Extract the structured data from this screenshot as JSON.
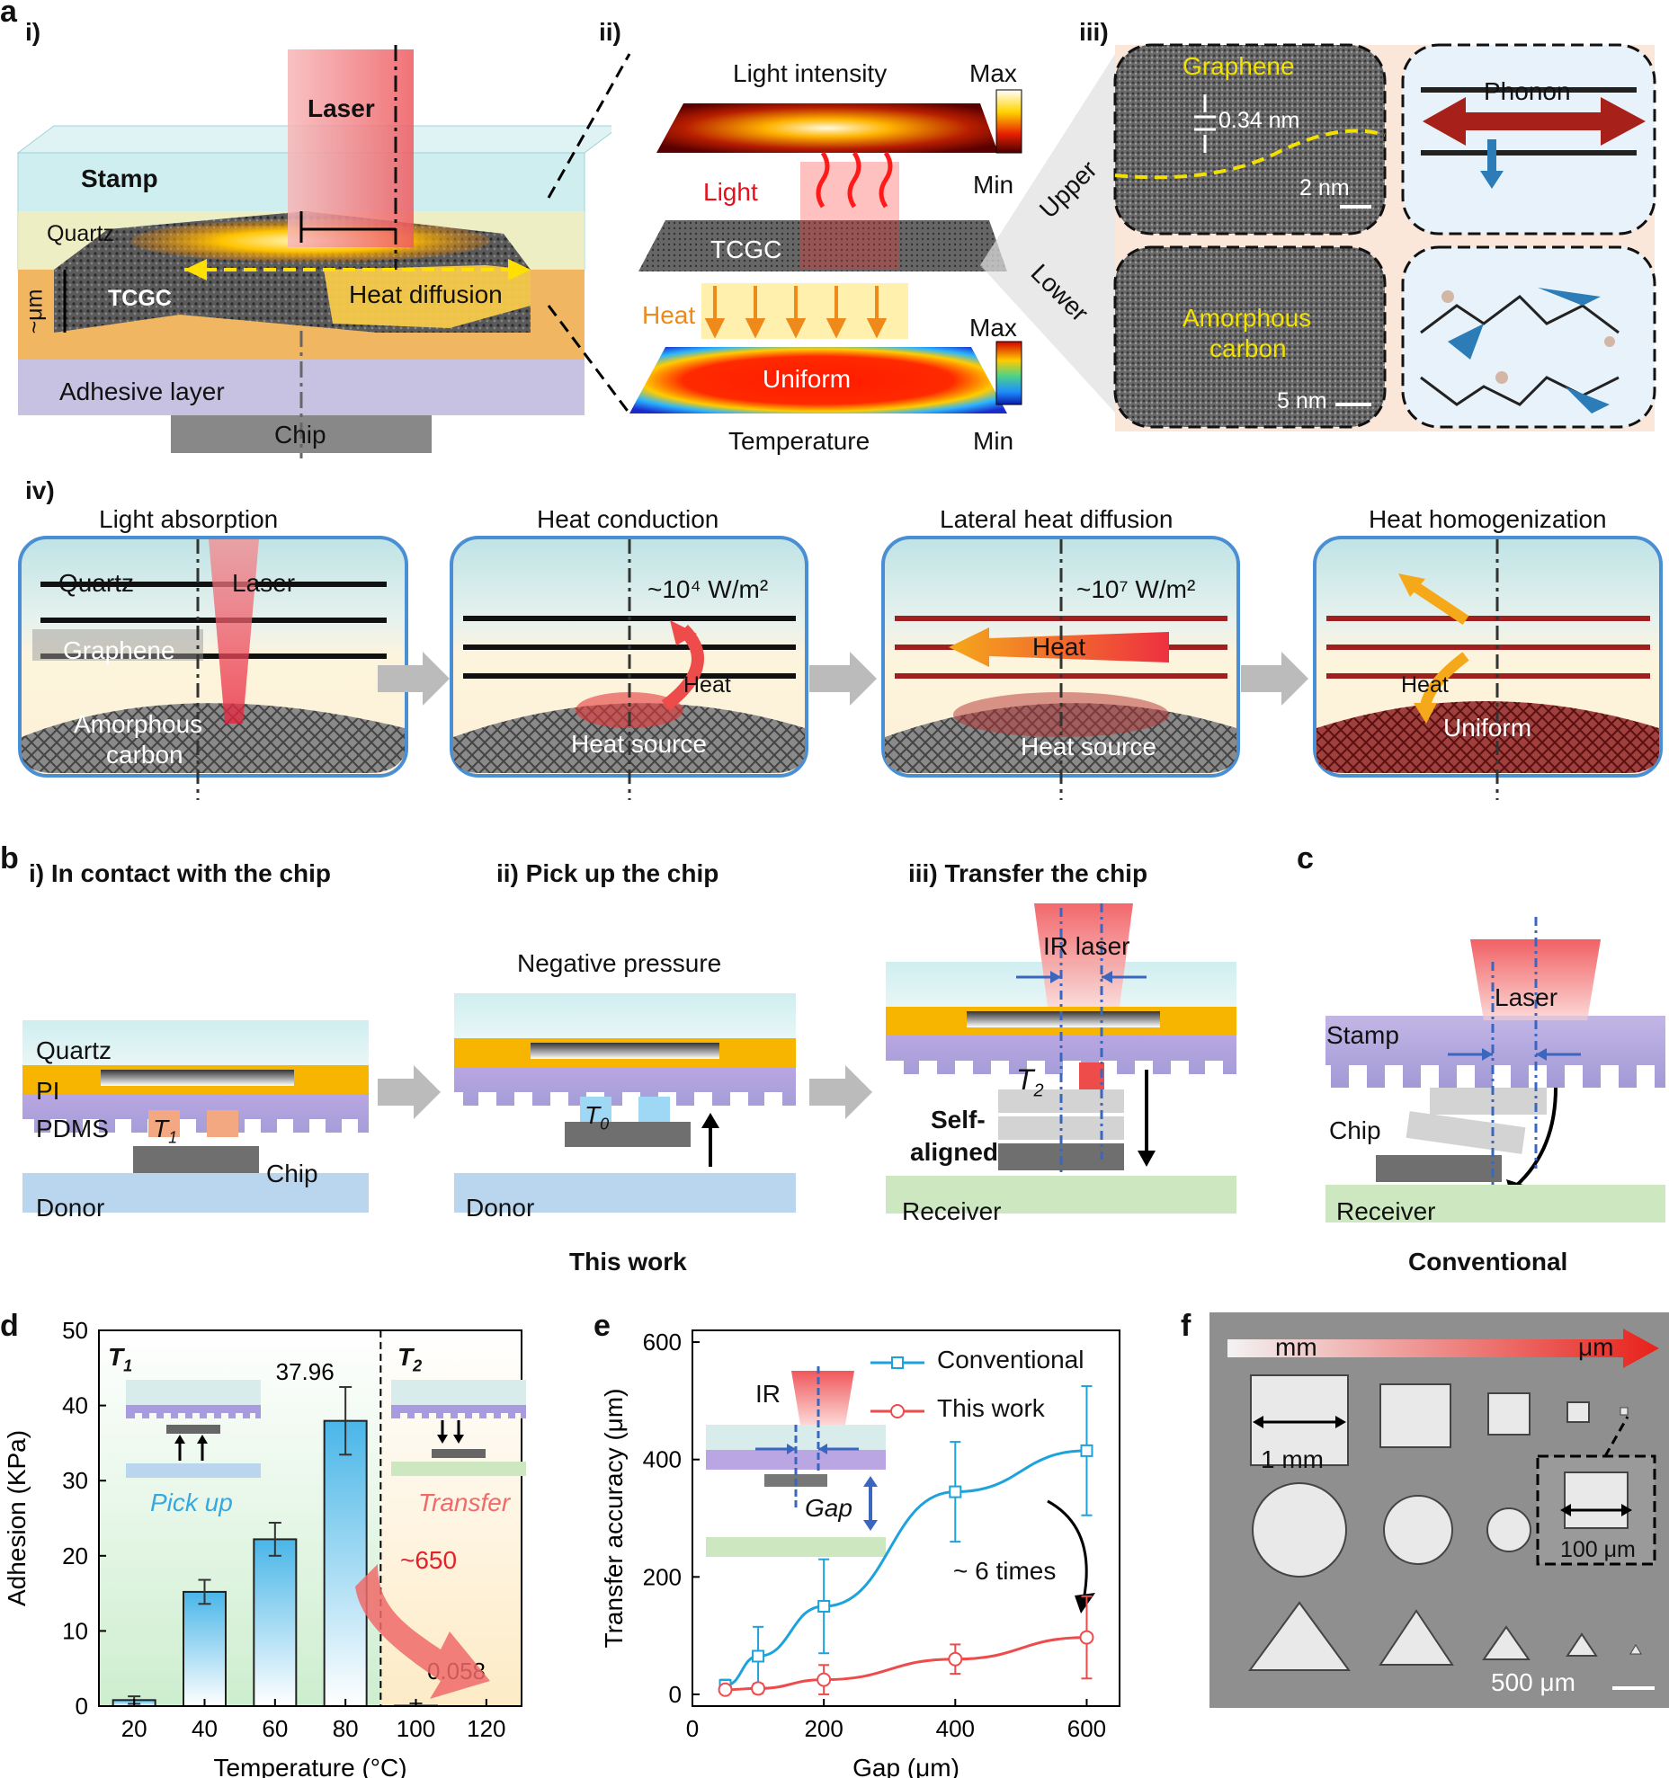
{
  "panel_a": {
    "label": "a",
    "i": {
      "sub": "i)",
      "laser": "Laser",
      "stamp": "Stamp",
      "quartz": "Quartz",
      "tcgc": "TCGC",
      "thickness": "~μm",
      "heat_diffusion": "Heat diffusion",
      "adhesive": "Adhesive layer",
      "chip": "Chip"
    },
    "ii": {
      "sub": "ii)",
      "light_intensity": "Light intensity",
      "max1": "Max",
      "min1": "Min",
      "light": "Light",
      "tcgc": "TCGC",
      "heat": "Heat",
      "max2": "Max",
      "min2": "Min",
      "uniform": "Uniform",
      "temperature": "Temperature"
    },
    "iii": {
      "sub": "iii)",
      "upper": "Upper",
      "lower": "Lower",
      "graphene": "Graphene",
      "spacing": "0.34 nm",
      "scale_upper": "2 nm",
      "phonon": "Phonon",
      "amorphous_1": "Amorphous",
      "amorphous_2": "carbon",
      "scale_lower": "5 nm"
    },
    "iv": {
      "sub": "iv)",
      "steps": [
        {
          "title": "Light absorption",
          "l1": "Quartz",
          "l2": "Laser",
          "l3": "Graphene",
          "l4": "Amorphous",
          "l5": "carbon"
        },
        {
          "title": "Heat conduction",
          "flux": "~10⁴ W/m²",
          "heat": "Heat",
          "src": "Heat source"
        },
        {
          "title": "Lateral heat diffusion",
          "flux": "~10⁷ W/m²",
          "heat": "Heat",
          "src": "Heat source"
        },
        {
          "title": "Heat homogenization",
          "heat": "Heat",
          "uniform": "Uniform"
        }
      ]
    }
  },
  "panel_b": {
    "label": "b",
    "steps": [
      {
        "title": "i) In contact with the chip",
        "quartz": "Quartz",
        "pi": "PI",
        "pdms": "PDMS",
        "t": "T",
        "tsub": "1",
        "chip": "Chip",
        "donor": "Donor"
      },
      {
        "title": "ii) Pick up the chip",
        "top": "Negative pressure",
        "t": "T",
        "tsub": "0",
        "donor": "Donor"
      },
      {
        "title": "iii) Transfer the chip",
        "laser": "IR laser",
        "t": "T",
        "tsub": "2",
        "self1": "Self-",
        "self2": "aligned",
        "receiver": "Receiver"
      }
    ],
    "this_work": "This work"
  },
  "panel_c": {
    "label": "c",
    "laser": "Laser",
    "stamp": "Stamp",
    "chip": "Chip",
    "receiver": "Receiver",
    "caption": "Conventional"
  },
  "panel_d": {
    "label": "d",
    "t1": "T",
    "t1sub": "1",
    "t2": "T",
    "t2sub": "2",
    "pick_up": "Pick up",
    "transfer": "Transfer",
    "ratio": "~650",
    "colors": {
      "bar_top": "#49b6e8",
      "arrow": "#f06a6a",
      "pick_text": "#36a8e0"
    },
    "chart_data": {
      "type": "bar",
      "xlabel": "Temperature (°C)",
      "ylabel": "Adhesion (KPa)",
      "ylim": [
        0,
        50
      ],
      "xlim": [
        10,
        130
      ],
      "x_ticks": [
        20,
        40,
        60,
        80,
        100,
        120
      ],
      "y_ticks": [
        0,
        10,
        20,
        30,
        40,
        50
      ],
      "x": [
        20,
        40,
        60,
        80,
        100
      ],
      "values": [
        0.8,
        15.2,
        22.2,
        37.96,
        0.058
      ],
      "errors": [
        0.5,
        1.6,
        2.2,
        4.5,
        0.3
      ],
      "labels": [
        "",
        "",
        "",
        "37.96",
        "0.058"
      ],
      "divider_x": 90
    }
  },
  "panel_e": {
    "label": "e",
    "ir": "IR",
    "gap": "Gap",
    "times": "~ 6 times",
    "colors": {
      "conventional": "#1ea2dc",
      "this_work": "#ee4b4b"
    },
    "chart_data": {
      "type": "line",
      "xlabel": "Gap (μm)",
      "ylabel": "Transfer accuracy (μm)",
      "xlim": [
        0,
        650
      ],
      "ylim": [
        -20,
        620
      ],
      "x_ticks": [
        0,
        200,
        400,
        600
      ],
      "y_ticks": [
        0,
        200,
        400,
        600
      ],
      "series": [
        {
          "name": "Conventional",
          "x": [
            50,
            100,
            200,
            400,
            600
          ],
          "values": [
            15,
            65,
            150,
            345,
            415
          ],
          "errors": [
            10,
            50,
            80,
            85,
            110
          ]
        },
        {
          "name": "This work",
          "x": [
            50,
            100,
            200,
            400,
            600
          ],
          "values": [
            8,
            10,
            25,
            60,
            97
          ],
          "errors": [
            5,
            8,
            25,
            25,
            70
          ]
        }
      ]
    }
  },
  "panel_f": {
    "label": "f",
    "mm": "mm",
    "um": "μm",
    "size_1mm": "1 mm",
    "size_100um": "100 μm",
    "scale": "500 μm"
  }
}
